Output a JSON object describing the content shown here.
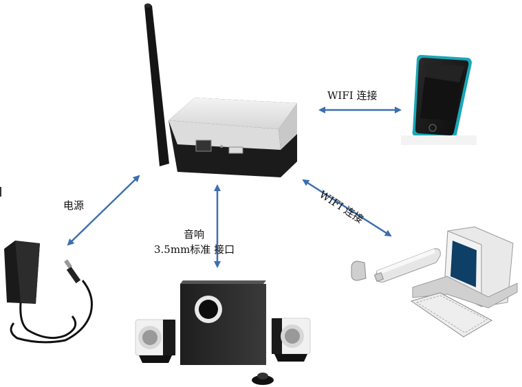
{
  "labels": {
    "wifi_phone": "WIFI 连接",
    "wifi_pc": "WIFI 连接",
    "power": "电源",
    "audio_line1": "音响",
    "audio_line2": "3.5mm标准 接口"
  },
  "colors": {
    "arrow": "#3b6fb0",
    "router_body": "#e8e8e8",
    "router_dark": "#1a1a1a",
    "phone_accent": "#1aa7b8"
  },
  "devices": [
    "router",
    "smartphone",
    "desktop-computer",
    "usb-wifi-adapter",
    "power-adapter",
    "speaker-system"
  ]
}
